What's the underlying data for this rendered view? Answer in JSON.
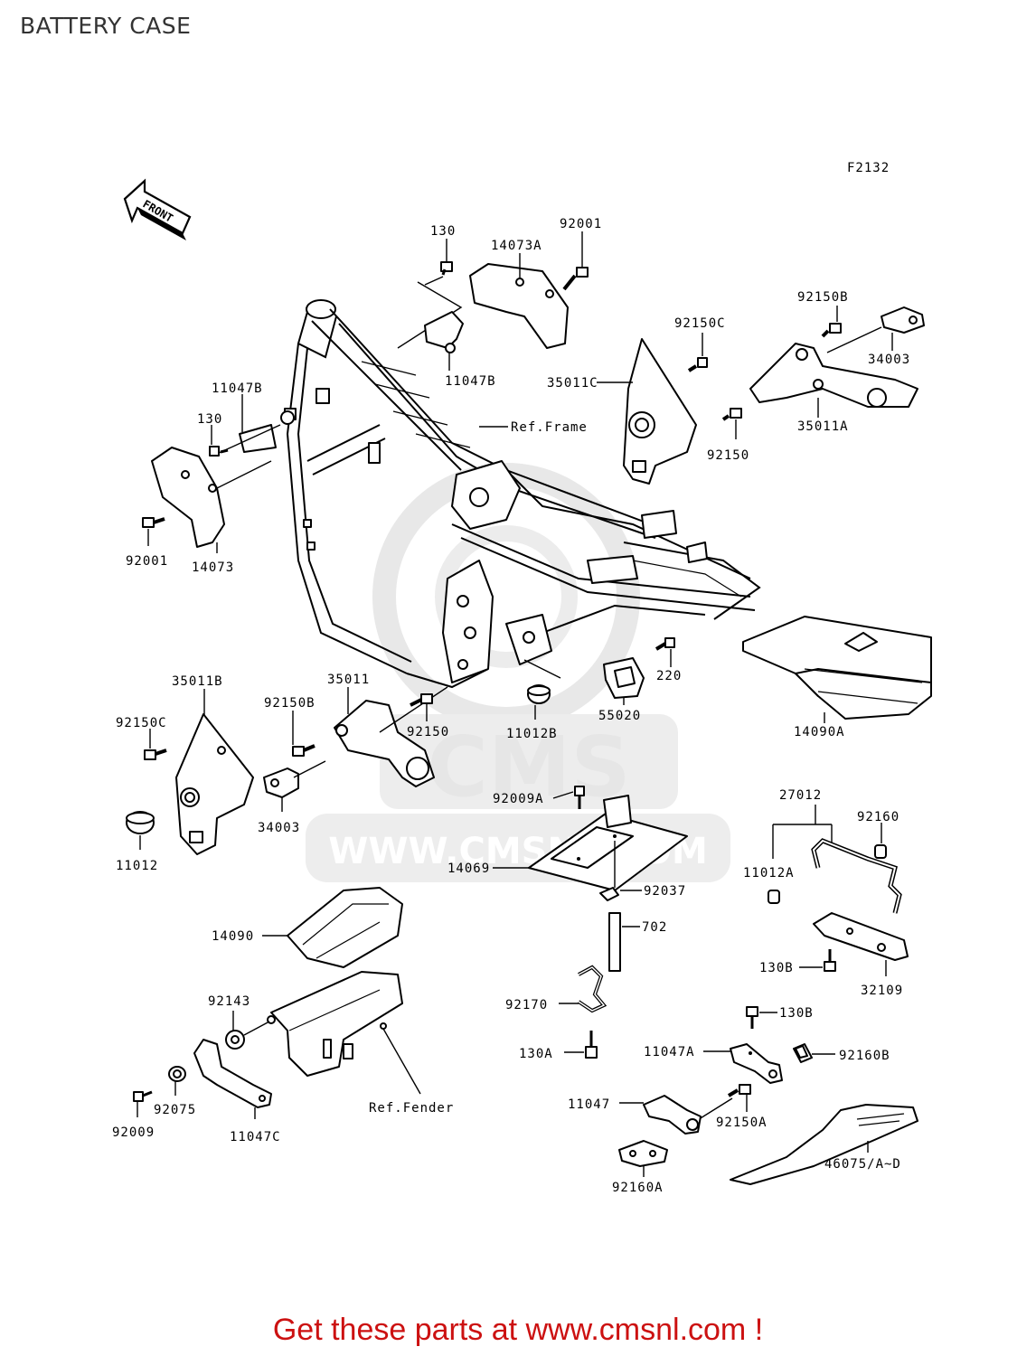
{
  "title": "BATTERY CASE",
  "figure_code": "F2132",
  "front_label": "FRONT",
  "watermark": {
    "logo": "CMS",
    "url": "WWW.CMSNL.COM"
  },
  "footer": "Get these parts at www.cmsnl.com !",
  "labels": {
    "p130_top": "130",
    "p14073A": "14073A",
    "p92001_top": "92001",
    "p11047B_top": "11047B",
    "p92150B_top": "92150B",
    "p92150C_top": "92150C",
    "p34003_top": "34003",
    "p35011C": "35011C",
    "p35011A": "35011A",
    "p92150_top": "92150",
    "p11047B_left": "11047B",
    "p130_left": "130",
    "ref_frame": "Ref.Frame",
    "p92001_left": "92001",
    "p14073": "14073",
    "p35011B": "35011B",
    "p35011": "35011",
    "p92150B_mid": "92150B",
    "p92150C_left": "92150C",
    "p92150_mid": "92150",
    "p220": "220",
    "p55020": "55020",
    "p11012B": "11012B",
    "p14090A": "14090A",
    "p34003_bot": "34003",
    "p11012": "11012",
    "p92009A": "92009A",
    "p27012": "27012",
    "p92160": "92160",
    "p14069": "14069",
    "p11012A": "11012A",
    "p92037": "92037",
    "p14090": "14090",
    "p702": "702",
    "p130B_right": "130B",
    "p32109": "32109",
    "p92143": "92143",
    "p92170": "92170",
    "p130B_mid": "130B",
    "p130A": "130A",
    "p11047A": "11047A",
    "p92160B": "92160B",
    "ref_fender": "Ref.Fender",
    "p92075": "92075",
    "p92009": "92009",
    "p11047C": "11047C",
    "p11047": "11047",
    "p92150A": "92150A",
    "p46075": "46075/A~D",
    "p92160A": "92160A"
  }
}
